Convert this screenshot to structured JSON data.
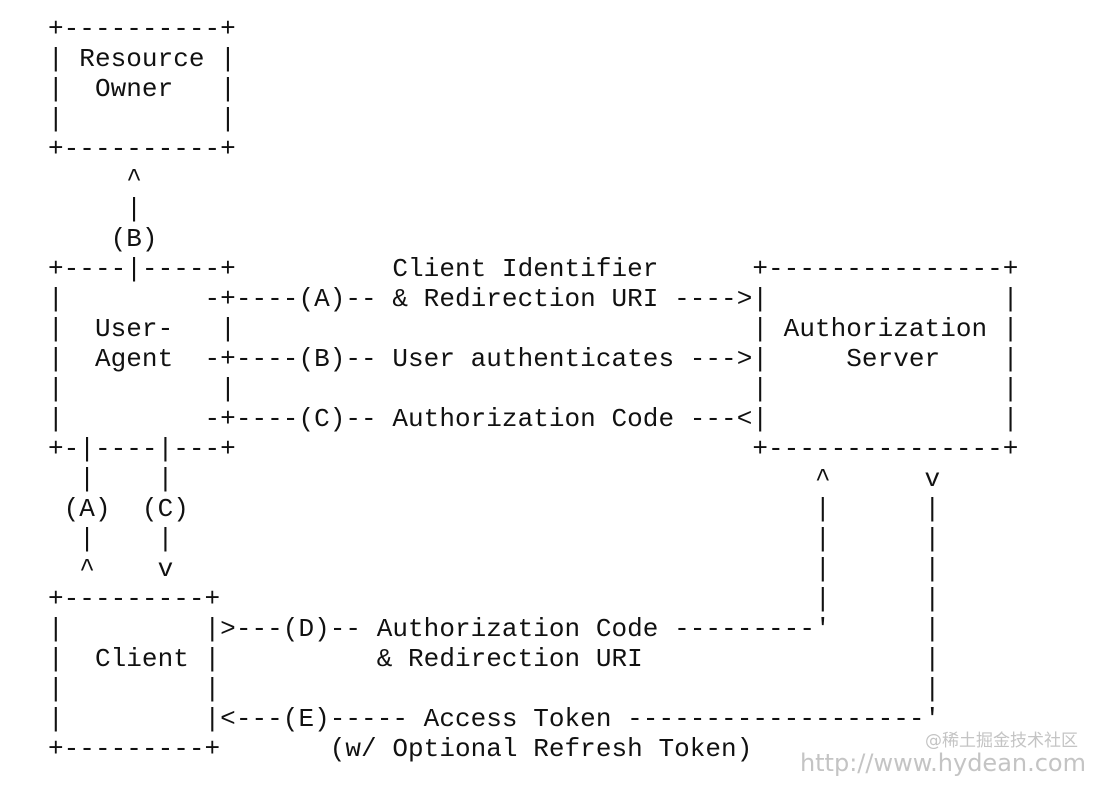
{
  "diagram": {
    "lines": [
      "+----------+",
      "| Resource |",
      "|  Owner   |",
      "|          |",
      "+----------+",
      "     ^",
      "     |",
      "    (B)",
      "+----|-----+          Client Identifier      +---------------+",
      "|         -+----(A)-- & Redirection URI ---->|               |",
      "|  User-   |                                 | Authorization |",
      "|  Agent  -+----(B)-- User authenticates --->|     Server    |",
      "|          |                                 |               |",
      "|         -+----(C)-- Authorization Code ---<|               |",
      "+-|----|---+                                 +---------------+",
      "  |    |                                         ^      v",
      " (A)  (C)                                        |      |",
      "  |    |                                         |      |",
      "  ^    v                                         |      |",
      "+---------+                                      |      |",
      "|         |>---(D)-- Authorization Code ---------'      |",
      "|  Client |          & Redirection URI                  |",
      "|         |                                             |",
      "|         |<---(E)----- Access Token -------------------'",
      "+---------+       (w/ Optional Refresh Token)"
    ]
  },
  "watermark": {
    "top": "@稀土掘金技术社区",
    "url": "http://www.hydean.com"
  }
}
